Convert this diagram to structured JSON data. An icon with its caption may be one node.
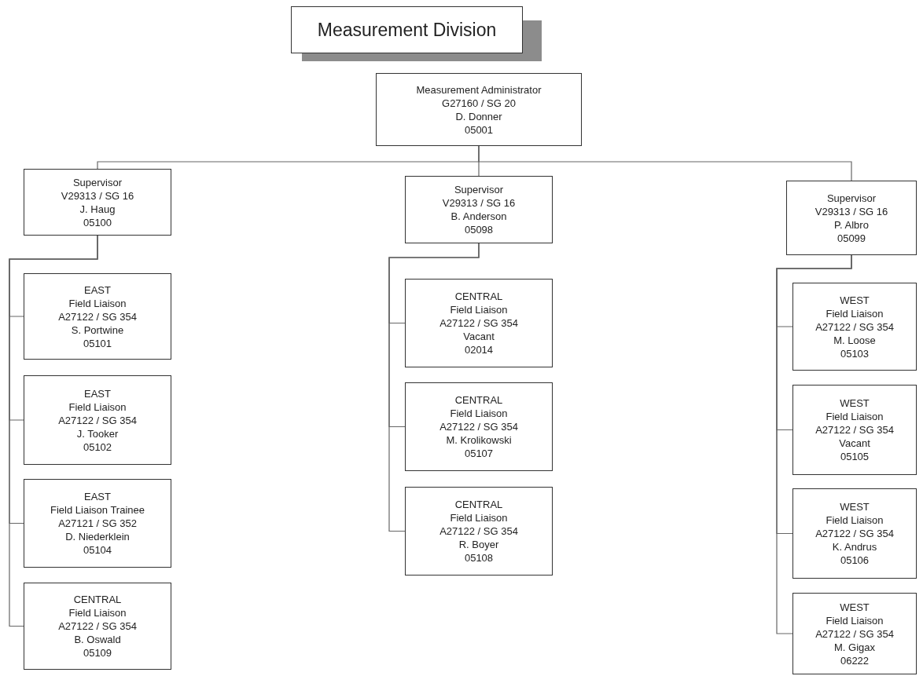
{
  "diagram": {
    "title": "Measurement Division",
    "nodes": [
      {
        "text": [
          "Measurement Administrator",
          "G27160 / SG 20",
          "D. Donner",
          "05001"
        ]
      },
      {
        "text": [
          "Supervisor",
          "V29313 / SG 16",
          "J. Haug",
          "05100"
        ]
      },
      {
        "text": [
          "Supervisor",
          "V29313 / SG 16",
          "B. Anderson",
          "05098"
        ]
      },
      {
        "text": [
          "Supervisor",
          "V29313 / SG 16",
          "P. Albro",
          "05099"
        ]
      },
      {
        "text": [
          "EAST",
          "Field Liaison",
          "A27122 / SG 354",
          "S. Portwine",
          "05101"
        ]
      },
      {
        "text": [
          "EAST",
          "Field Liaison",
          "A27122 / SG 354",
          "J. Tooker",
          "05102"
        ]
      },
      {
        "text": [
          "EAST",
          "Field Liaison Trainee",
          "A27121 / SG 352",
          "D. Niederklein",
          "05104"
        ]
      },
      {
        "text": [
          "CENTRAL",
          "Field Liaison",
          "A27122 / SG 354",
          "B. Oswald",
          "05109"
        ]
      },
      {
        "text": [
          "CENTRAL",
          "Field Liaison",
          "A27122 / SG 354",
          "Vacant",
          "02014"
        ]
      },
      {
        "text": [
          "CENTRAL",
          "Field Liaison",
          "A27122 / SG 354",
          "M. Krolikowski",
          "05107"
        ]
      },
      {
        "text": [
          "CENTRAL",
          "Field Liaison",
          "A27122 / SG 354",
          "R. Boyer",
          "05108"
        ]
      },
      {
        "text": [
          "WEST",
          "Field Liaison",
          "A27122 / SG 354",
          "M. Loose",
          "05103"
        ]
      },
      {
        "text": [
          "WEST",
          "Field Liaison",
          "A27122 / SG 354",
          "Vacant",
          "05105"
        ]
      },
      {
        "text": [
          "WEST",
          "Field Liaison",
          "A27122 / SG 354",
          "K. Andrus",
          "05106"
        ]
      },
      {
        "text": [
          "WEST",
          "Field Liaison",
          "A27122 / SG 354",
          "M. Gigax",
          "06222"
        ]
      }
    ],
    "edges": [
      {
        "from": 0,
        "to": 1,
        "arrow": "none"
      },
      {
        "from": 0,
        "to": 2,
        "arrow": "none"
      },
      {
        "from": 0,
        "to": 3,
        "arrow": "none"
      },
      {
        "from": 1,
        "to": 4,
        "arrow": "none"
      },
      {
        "from": 1,
        "to": 5,
        "arrow": "none"
      },
      {
        "from": 1,
        "to": 6,
        "arrow": "none"
      },
      {
        "from": 1,
        "to": 7,
        "arrow": "none"
      },
      {
        "from": 2,
        "to": 8,
        "arrow": "none"
      },
      {
        "from": 2,
        "to": 9,
        "arrow": "none"
      },
      {
        "from": 2,
        "to": 10,
        "arrow": "none"
      },
      {
        "from": 3,
        "to": 11,
        "arrow": "none"
      },
      {
        "from": 3,
        "to": 12,
        "arrow": "none"
      },
      {
        "from": 3,
        "to": 13,
        "arrow": "none"
      },
      {
        "from": 3,
        "to": 14,
        "arrow": "none"
      }
    ]
  }
}
